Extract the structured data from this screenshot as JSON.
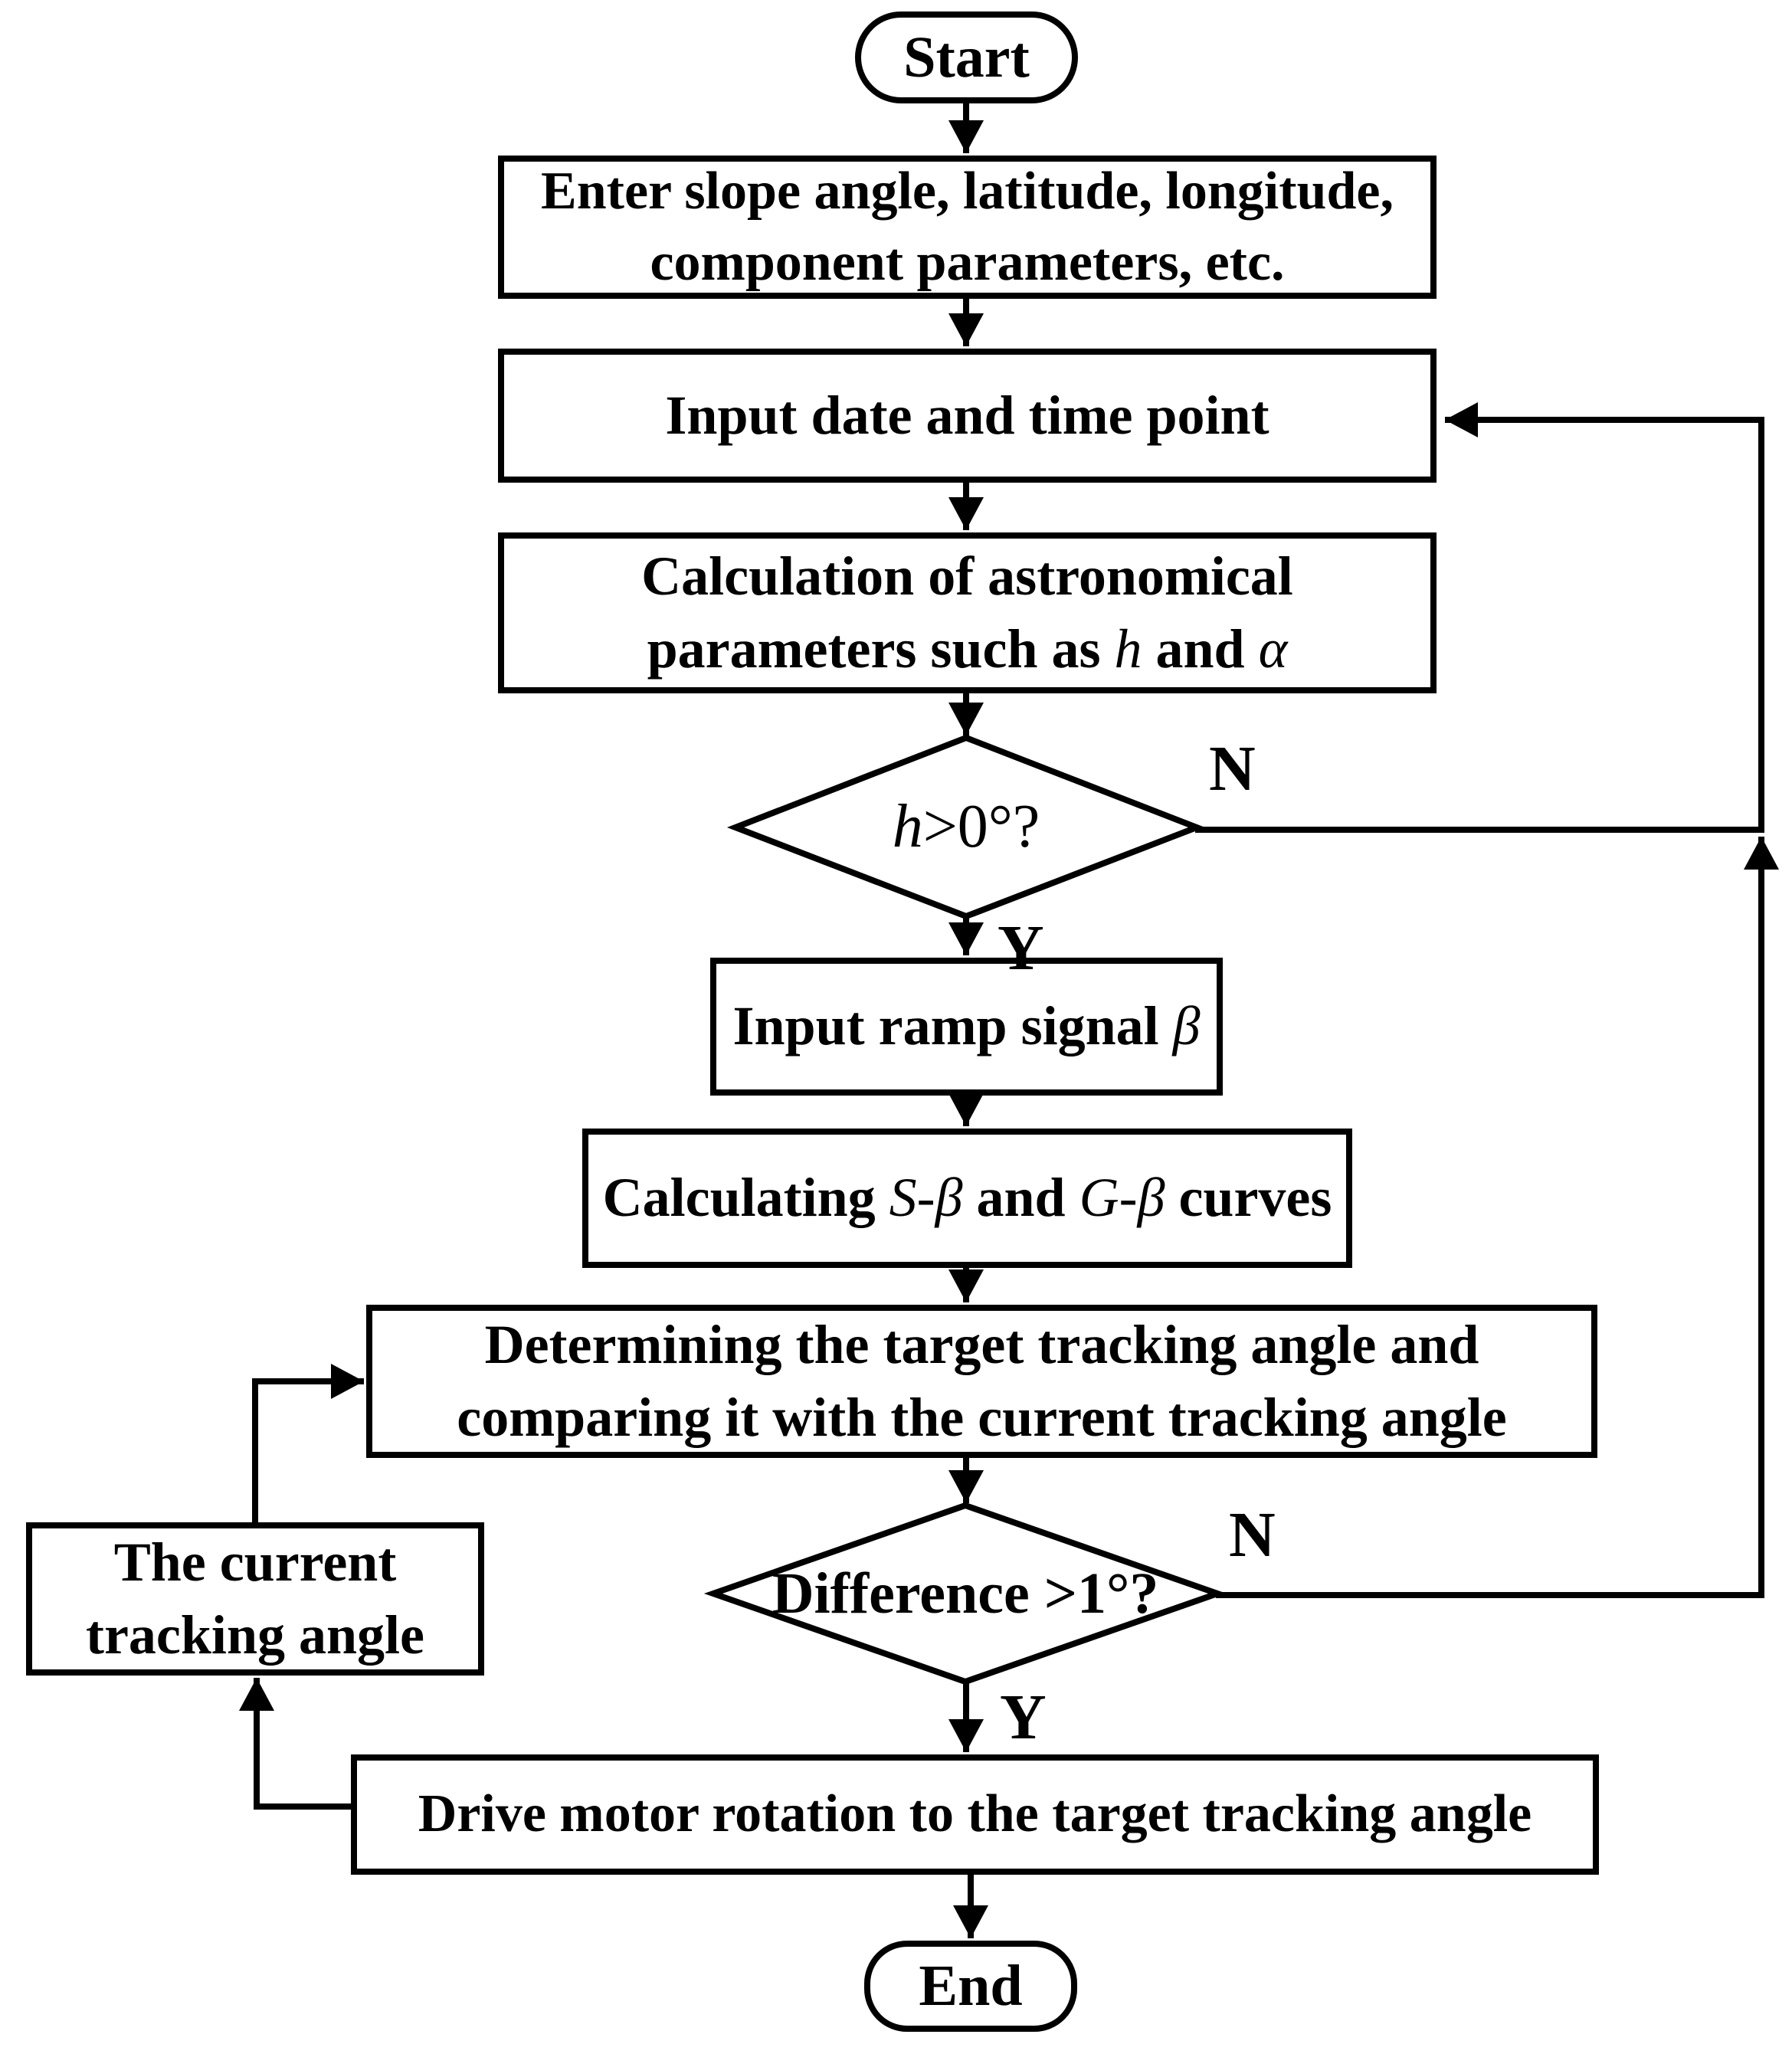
{
  "figure": {
    "type": "flowchart",
    "background_color": "#ffffff",
    "line_color": "#000000"
  },
  "nodes": {
    "start": {
      "label": "Start"
    },
    "enter_params": {
      "line1": "Enter slope angle, latitude, longitude,",
      "line2": "component parameters, etc."
    },
    "input_datetime": {
      "label": "Input date and time point"
    },
    "calc_astro": {
      "line1": "Calculation of astronomical",
      "p1": "parameters such as ",
      "p2": "h",
      "p3": " and ",
      "p4": "α"
    },
    "decision_h": {
      "p1": "h",
      "p2": ">0°?"
    },
    "input_ramp": {
      "p1": "Input ramp signal ",
      "p2": "β"
    },
    "calc_curves": {
      "p1": "Calculating ",
      "p2": "S-β",
      "p3": " and ",
      "p4": "G-β",
      "p5": " curves"
    },
    "determine": {
      "line1": "Determining the target tracking angle and",
      "line2": "comparing it with the current tracking angle"
    },
    "decision_diff": {
      "label": "Difference >1°?"
    },
    "current_angle": {
      "line1": "The current",
      "line2": "tracking angle"
    },
    "drive": {
      "label": "Drive motor rotation to the target tracking angle"
    },
    "end": {
      "label": "End"
    }
  },
  "edge_labels": {
    "h_no": "N",
    "h_yes": "Y",
    "diff_no": "N",
    "diff_yes": "Y"
  }
}
